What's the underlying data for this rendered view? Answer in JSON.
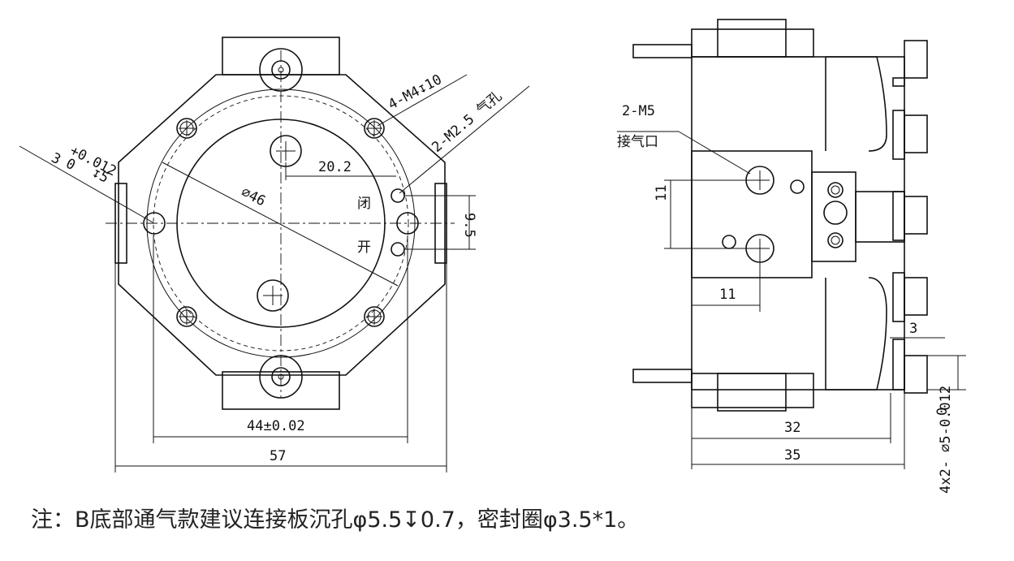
{
  "front_view": {
    "dim_diameter": "⌀46",
    "dim_offset": "20.2",
    "dim_spacing": "9.5",
    "dim_inner": "44±0.02",
    "dim_outer": "57",
    "label_mounting_holes": "4-M4↧10",
    "label_air_holes": "2-M2.5 气孔",
    "label_pin_tol_upper": "+0.012",
    "label_pin_tol_lower": "0",
    "label_pin": "3",
    "label_pin_depth": "↧5",
    "label_close": "闭",
    "label_open": "开"
  },
  "side_view": {
    "label_port_spec": "2-M5",
    "label_port_name": "接气口",
    "dim_port_vertical": "11",
    "dim_port_horizontal": "11",
    "dim_pin_width": "3",
    "dim_body": "32",
    "dim_total": "35",
    "dim_pin_tol_upper": "0",
    "dim_pin_spec": "4x2- ⌀5-0.012"
  },
  "note": "注：B底部通气款建议连接板沉孔φ5.5↧0.7，密封圈φ3.5*1。"
}
